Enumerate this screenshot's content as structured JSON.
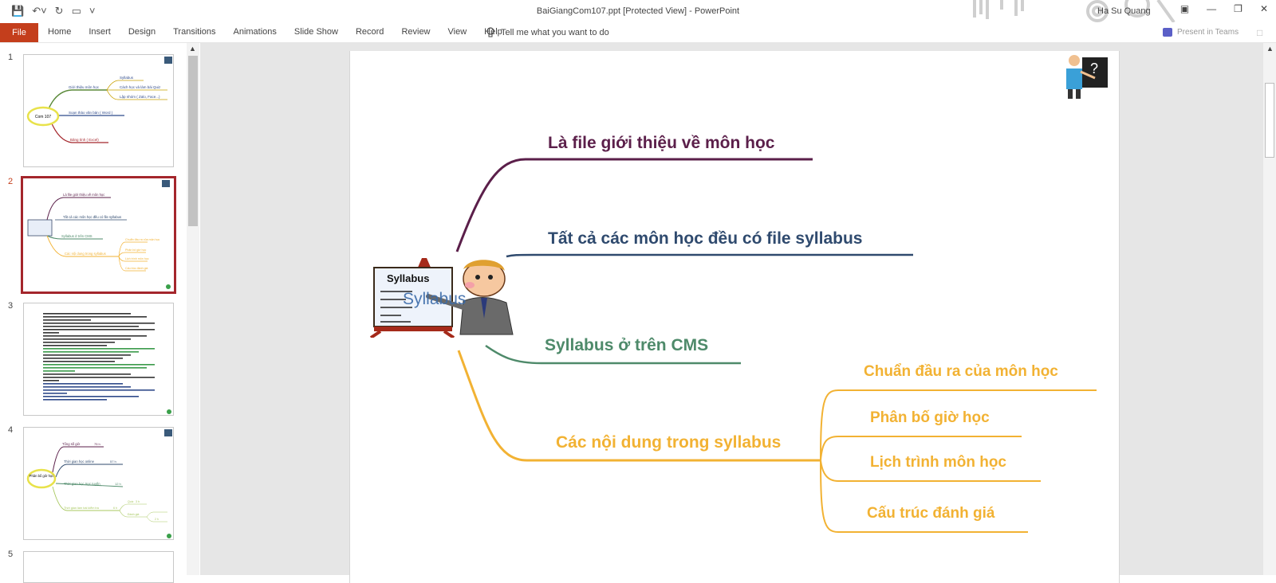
{
  "window": {
    "doc_title": "BaiGiangCom107.ppt [Protected View]  -  PowerPoint",
    "user": "Ha Su Quang"
  },
  "ribbon": {
    "file_label": "File",
    "tabs": [
      "Home",
      "Insert",
      "Design",
      "Transitions",
      "Animations",
      "Slide Show",
      "Record",
      "Review",
      "View",
      "Help"
    ],
    "tell_me": "Tell me what you want to do",
    "present_teams": "Present in Teams"
  },
  "thumbnails": {
    "numbers": [
      "1",
      "2",
      "3",
      "4",
      "5"
    ],
    "slide1": {
      "center": "Com 107",
      "b1": "Giới thiệu môn học",
      "b1a": "Syllabus",
      "b1b": "Cách học và làm bài Quiz",
      "b1c": "Lập nhóm ( Zalo, Face...)",
      "b2": "Soạn thảo văn bản ( Word )",
      "b3": "Bảng tính ( Excel)"
    },
    "slide2": {
      "b1": "Là file giới thiệu về môn học",
      "b2": "Tất cả các môn học đều có file syllabus",
      "b3": "Syllabus ở trên CMS",
      "b4": "Các nội dung trong syllabus",
      "s1": "Chuẩn đầu ra của môn học",
      "s2": "Phân bố giờ học",
      "s3": "Lịch trình môn học",
      "s4": "Cấu trúc đánh giá"
    },
    "slide4": {
      "center": "Phân bổ giờ học",
      "r1": "Tổng số giờ",
      "r1v": "75 h",
      "r2": "Thời gian học online",
      "r2v": "57 h",
      "r3": "Thời gian học trực tuyến",
      "r3v": "12 h",
      "r4": "Thời gian làm bài kiểm tra",
      "r4v": "6 h",
      "r5": "Quiz",
      "r5v": "3 h",
      "r6": "Đánh giá",
      "r6v": "2 h"
    }
  },
  "slide": {
    "image_label": "Syllabus",
    "image_overlay_text": "Syllabus",
    "branches": [
      {
        "text": "Là file giới thiệu về môn học",
        "color": "#5b1f4a"
      },
      {
        "text": "Tất cả các môn học đều có file syllabus",
        "color": "#2f4a6e"
      },
      {
        "text": "Syllabus ở trên CMS",
        "color": "#4e8a6a"
      },
      {
        "text": "Các nội dung trong syllabus",
        "color": "#f2b233"
      }
    ],
    "sub_branches": [
      "Chuẩn đầu ra của môn học",
      "Phân bố giờ học",
      "Lịch trình môn học",
      "Cấu trúc đánh giá"
    ]
  }
}
